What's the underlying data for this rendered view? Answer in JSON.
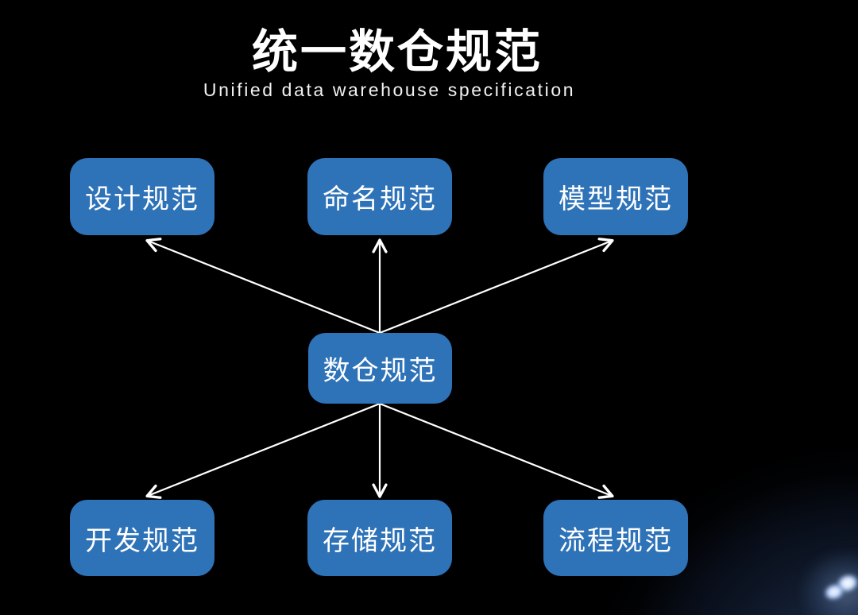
{
  "header": {
    "title": "统一数仓规范",
    "subtitle": "Unified data warehouse specification"
  },
  "diagram": {
    "center_node": {
      "id": "warehouse-spec",
      "label": "数仓规范"
    },
    "top_nodes": [
      {
        "id": "design-spec",
        "label": "设计规范"
      },
      {
        "id": "naming-spec",
        "label": "命名规范"
      },
      {
        "id": "model-spec",
        "label": "模型规范"
      }
    ],
    "bottom_nodes": [
      {
        "id": "dev-spec",
        "label": "开发规范"
      },
      {
        "id": "storage-spec",
        "label": "存储规范"
      },
      {
        "id": "process-spec",
        "label": "流程规范"
      }
    ],
    "edges": [
      {
        "from": "数仓规范",
        "to": "设计规范",
        "direction": "up-left"
      },
      {
        "from": "数仓规范",
        "to": "命名规范",
        "direction": "up"
      },
      {
        "from": "数仓规范",
        "to": "模型规范",
        "direction": "up-right"
      },
      {
        "from": "数仓规范",
        "to": "开发规范",
        "direction": "down-left"
      },
      {
        "from": "数仓规范",
        "to": "存储规范",
        "direction": "down"
      },
      {
        "from": "数仓规范",
        "to": "流程规范",
        "direction": "down-right"
      }
    ],
    "colors": {
      "background": "#000000",
      "node_fill": "#2e72b8",
      "node_text": "#ffffff",
      "arrow": "#ffffff",
      "corner_glow": "#3a5c94"
    }
  }
}
